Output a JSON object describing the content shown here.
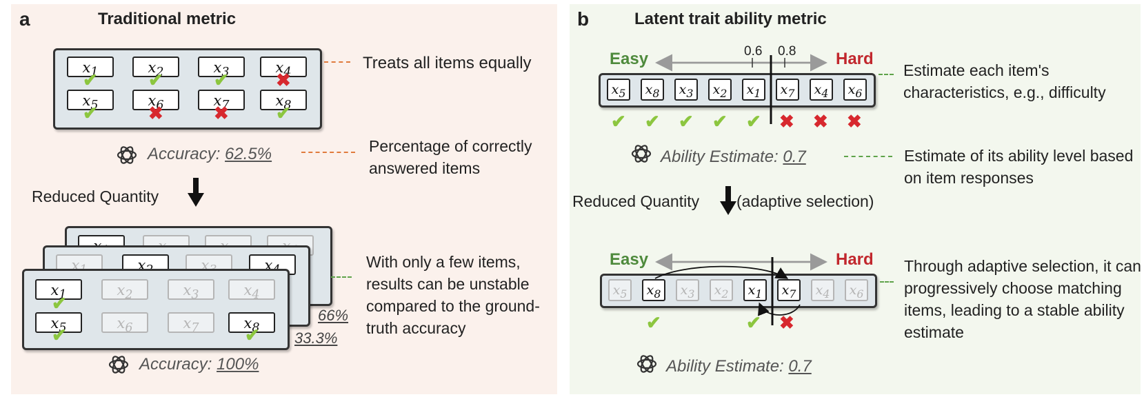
{
  "panel_a": {
    "label": "a",
    "title": "Traditional metric",
    "note_equal": "Treats all items equally",
    "accuracy_full": "Accuracy:",
    "accuracy_full_value": "62.5%",
    "note_percentage": "Percentage of correctly answered items",
    "reduced_quantity": "Reduced Quantity",
    "note_unstable": "With only a few items, results can be unstable compared to the ground-truth accuracy",
    "pct_back": "66%",
    "pct_mid": "33.3%",
    "accuracy_reduced": "Accuracy:",
    "accuracy_reduced_value": "100%",
    "items": [
      "x1",
      "x2",
      "x3",
      "x4",
      "x5",
      "x6",
      "x7",
      "x8"
    ],
    "outcomes": [
      "correct",
      "correct",
      "correct",
      "wrong",
      "correct",
      "wrong",
      "wrong",
      "correct"
    ]
  },
  "panel_b": {
    "label": "b",
    "title": "Latent trait ability metric",
    "easy": "Easy",
    "hard": "Hard",
    "tick_1": "0.6",
    "tick_2": "0.8",
    "note_characteristics": "Estimate each item's characteristics, e.g., difficulty",
    "ability_label": "Ability Estimate:",
    "ability_value": "0.7",
    "note_ability": "Estimate of its ability level based on item responses",
    "reduced_quantity": "Reduced Quantity",
    "adaptive": "(adaptive selection)",
    "note_adaptive": "Through adaptive selection, it can progressively choose matching items, leading to a stable ability estimate",
    "ability_label_2": "Ability Estimate:",
    "ability_value_2": "0.7",
    "sorted_items": [
      "x5",
      "x8",
      "x3",
      "x2",
      "x1",
      "x7",
      "x4",
      "x6"
    ],
    "sorted_outcomes": [
      "correct",
      "correct",
      "correct",
      "correct",
      "correct",
      "wrong",
      "wrong",
      "wrong"
    ]
  },
  "colors": {
    "correct": "#8cc63f",
    "wrong": "#d7282e",
    "easy": "#4e8a3c",
    "hard": "#c1272d"
  }
}
